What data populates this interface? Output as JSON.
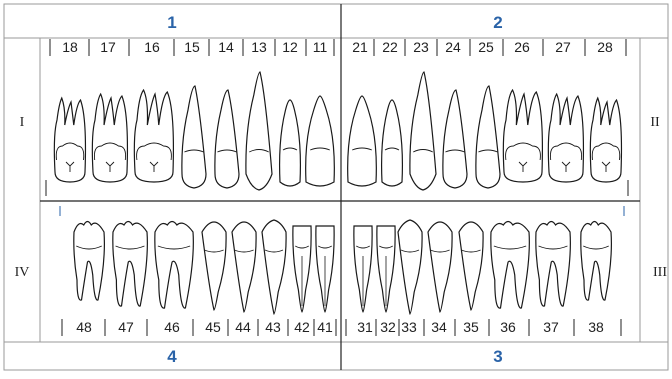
{
  "quadrant_headers": {
    "q1": "1",
    "q2": "2",
    "q3": "3",
    "q4": "4"
  },
  "roman": {
    "upper_right": "I",
    "upper_left": "II",
    "lower_left": "III",
    "lower_right": "IV"
  },
  "teeth": {
    "upper_right": [
      "18",
      "17",
      "16",
      "15",
      "14",
      "13",
      "12",
      "11"
    ],
    "upper_left": [
      "21",
      "22",
      "23",
      "24",
      "25",
      "26",
      "27",
      "28"
    ],
    "lower_right": [
      "48",
      "47",
      "46",
      "45",
      "44",
      "43",
      "42",
      "41"
    ],
    "lower_left": [
      "31",
      "32",
      "33",
      "34",
      "35",
      "36",
      "37",
      "38"
    ]
  },
  "colors": {
    "header_text": "#2a63a8",
    "grid_line": "#8f8f8f",
    "divider": "#222222",
    "tooth_stroke": "#1a1a1a"
  }
}
